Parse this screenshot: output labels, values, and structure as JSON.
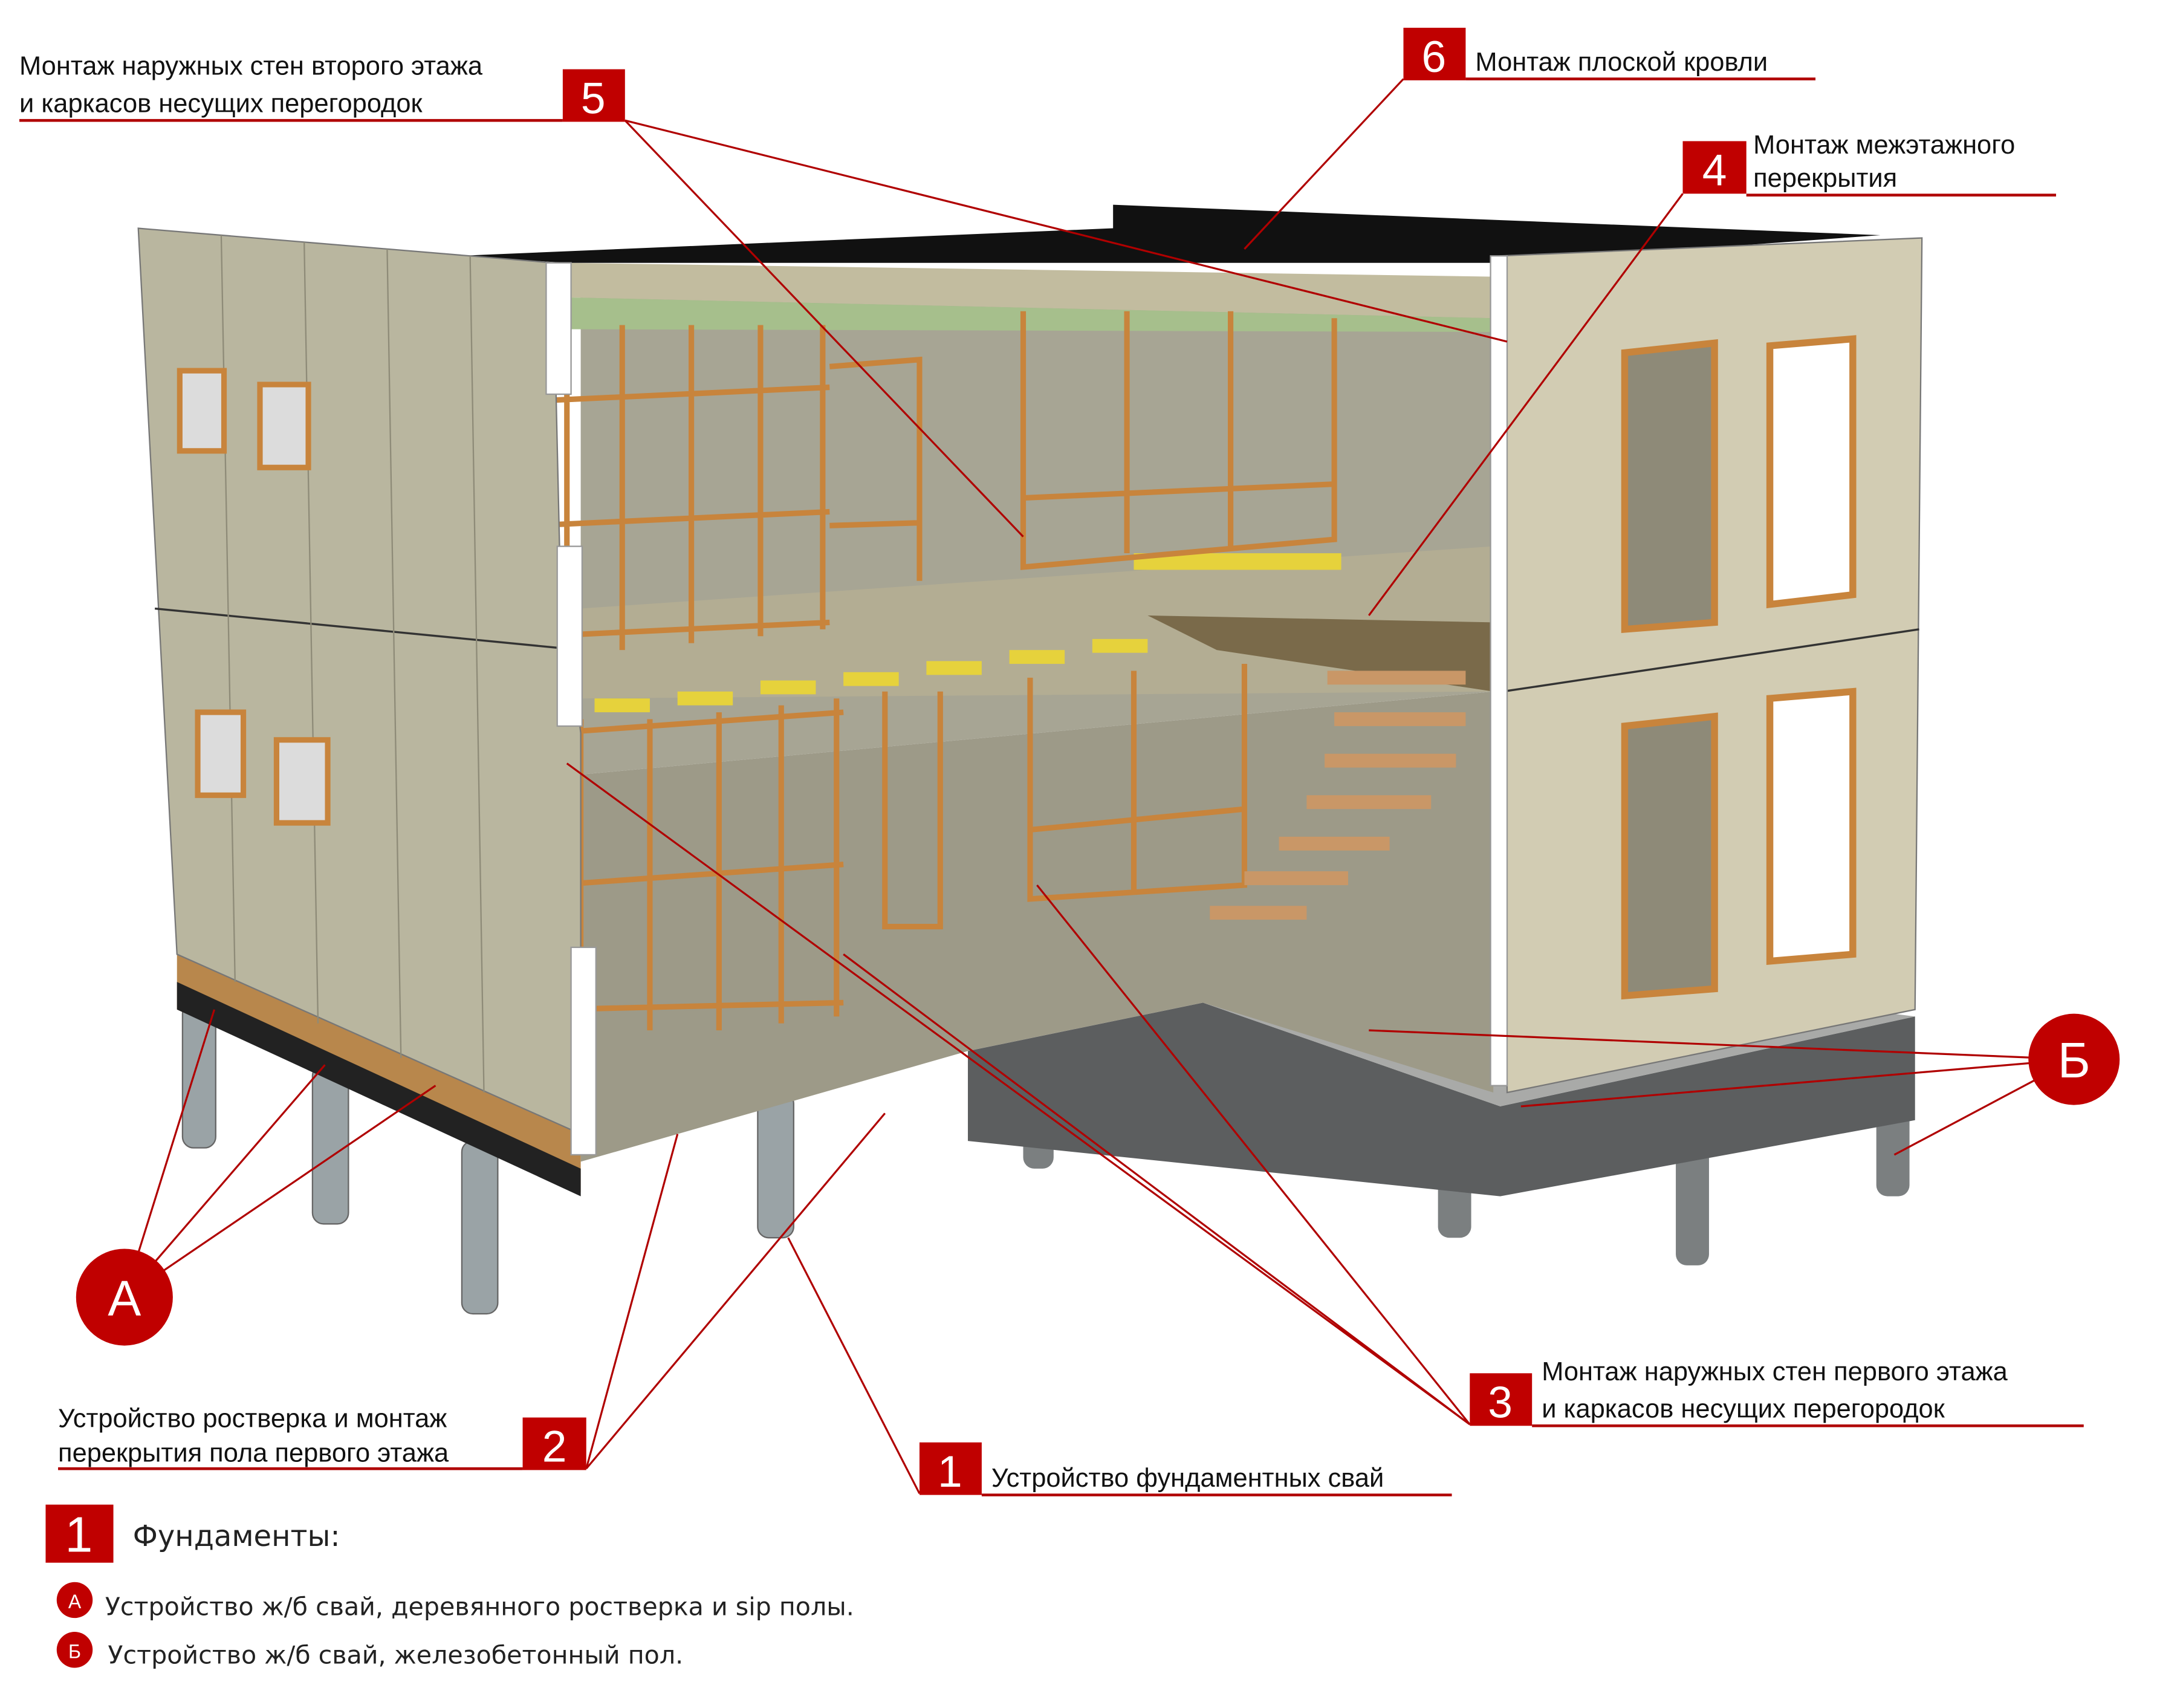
{
  "steps": {
    "s1": {
      "num": "1",
      "text": "Устройство фундаментных свай"
    },
    "s2": {
      "num": "2",
      "line1": "Устройство ростверка и монтаж",
      "line2": "перекрытия пола первого этажа"
    },
    "s3": {
      "num": "3",
      "line1": "Монтаж наружных стен первого этажа",
      "line2": "и  каркасов несущих перегородок"
    },
    "s4": {
      "num": "4",
      "line1": "Монтаж межэтажного",
      "line2": "перекрытия"
    },
    "s5": {
      "num": "5",
      "line1": "Монтаж наружных стен второго этажа",
      "line2": "и  каркасов несущих перегородок"
    },
    "s6": {
      "num": "6",
      "text": "Монтаж плоской кровли"
    }
  },
  "markers": {
    "a": "А",
    "b": "Б"
  },
  "legend": {
    "num": "1",
    "title": "Фундаменты:",
    "items": [
      {
        "marker": "А",
        "text": "Устройство ж/б  свай, деревянного ростверка и sip полы."
      },
      {
        "marker": "Б",
        "text": "Устройство ж/б свай, железобетонный пол."
      }
    ]
  },
  "colors": {
    "accent": "#c00000",
    "wall": "#b9b69f",
    "timber": "#c8843c",
    "roof": "#111111"
  }
}
